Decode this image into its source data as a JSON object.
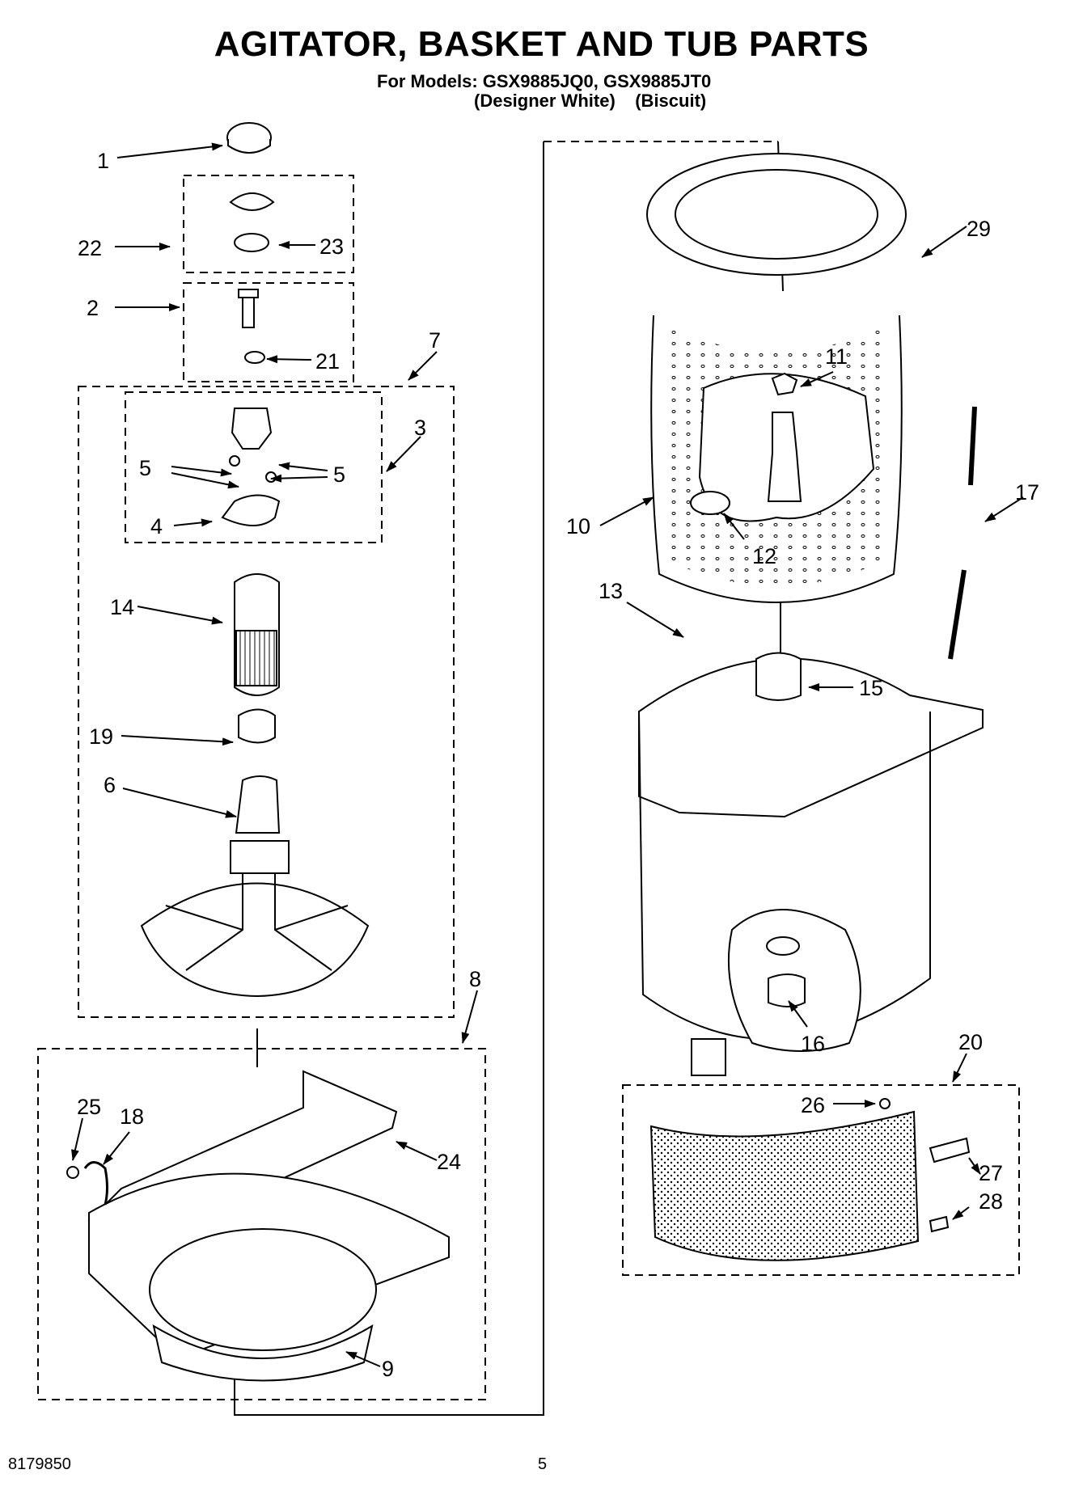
{
  "header": {
    "title": "AGITATOR, BASKET AND TUB PARTS",
    "models_line": "For Models: GSX9885JQ0, GSX9885JT0",
    "colors_line": "(Designer White)    (Biscuit)"
  },
  "footer": {
    "doc_number": "8179850",
    "page_number": "5"
  },
  "callouts": {
    "c1": "1",
    "c2": "2",
    "c3": "3",
    "c4": "4",
    "c5a": "5",
    "c5b": "5",
    "c6": "6",
    "c7": "7",
    "c8": "8",
    "c9": "9",
    "c10": "10",
    "c11": "11",
    "c12": "12",
    "c13": "13",
    "c14": "14",
    "c15": "15",
    "c16": "16",
    "c17": "17",
    "c18": "18",
    "c19": "19",
    "c20": "20",
    "c21": "21",
    "c22": "22",
    "c23": "23",
    "c24": "24",
    "c25": "25",
    "c26": "26",
    "c27": "27",
    "c28": "28",
    "c29": "29"
  }
}
